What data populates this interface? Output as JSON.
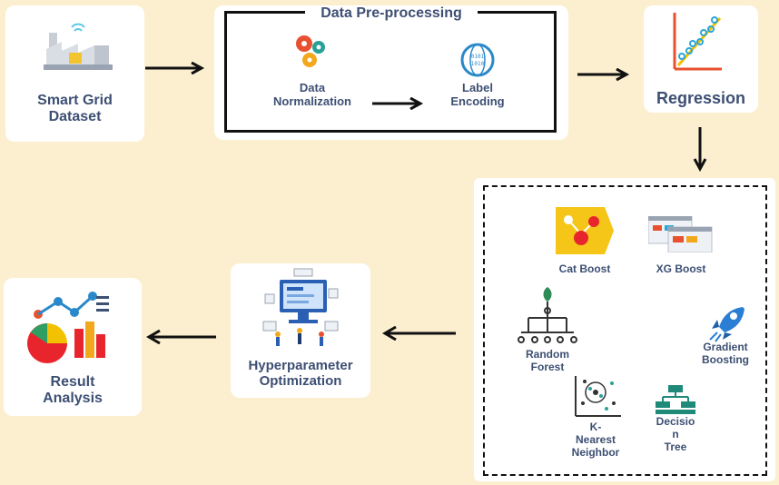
{
  "nodes": {
    "smart_grid": {
      "line1": "Smart Grid",
      "line2": "Dataset"
    },
    "preprocessing": {
      "title": "Data Pre-processing",
      "normalization": {
        "line1": "Data",
        "line2": "Normalization"
      },
      "label_encoding": {
        "line1": "Label",
        "line2": "Encoding"
      }
    },
    "regression": {
      "label": "Regression"
    },
    "models": {
      "cat_boost": "Cat Boost",
      "xg_boost": "XG Boost",
      "random_forest": {
        "line1": "Random",
        "line2": "Forest"
      },
      "gradient_boosting": {
        "line1": "Gradient",
        "line2": "Boosting"
      },
      "knn": {
        "line1": "K-",
        "line2": "Nearest",
        "line3": "Neighbor"
      },
      "decision_tree": {
        "line1": "Decisio",
        "line2": "n",
        "line3": "Tree"
      }
    },
    "hyperparameter": {
      "line1": "Hyperparameter",
      "line2": "Optimization"
    },
    "result": {
      "line1": "Result",
      "line2": "Analysis"
    }
  },
  "icons": [
    "factory-icon",
    "gears-icon",
    "binary-globe-icon",
    "scatter-plot-icon",
    "catboost-icon",
    "xgboost-icon",
    "tree-icon",
    "rocket-icon",
    "knn-icon",
    "decision-tree-icon",
    "optimization-icon",
    "result-chart-icon"
  ],
  "colors": {
    "background": "#fcefcf",
    "label": "#3d4f73",
    "arrow": "#111111"
  }
}
